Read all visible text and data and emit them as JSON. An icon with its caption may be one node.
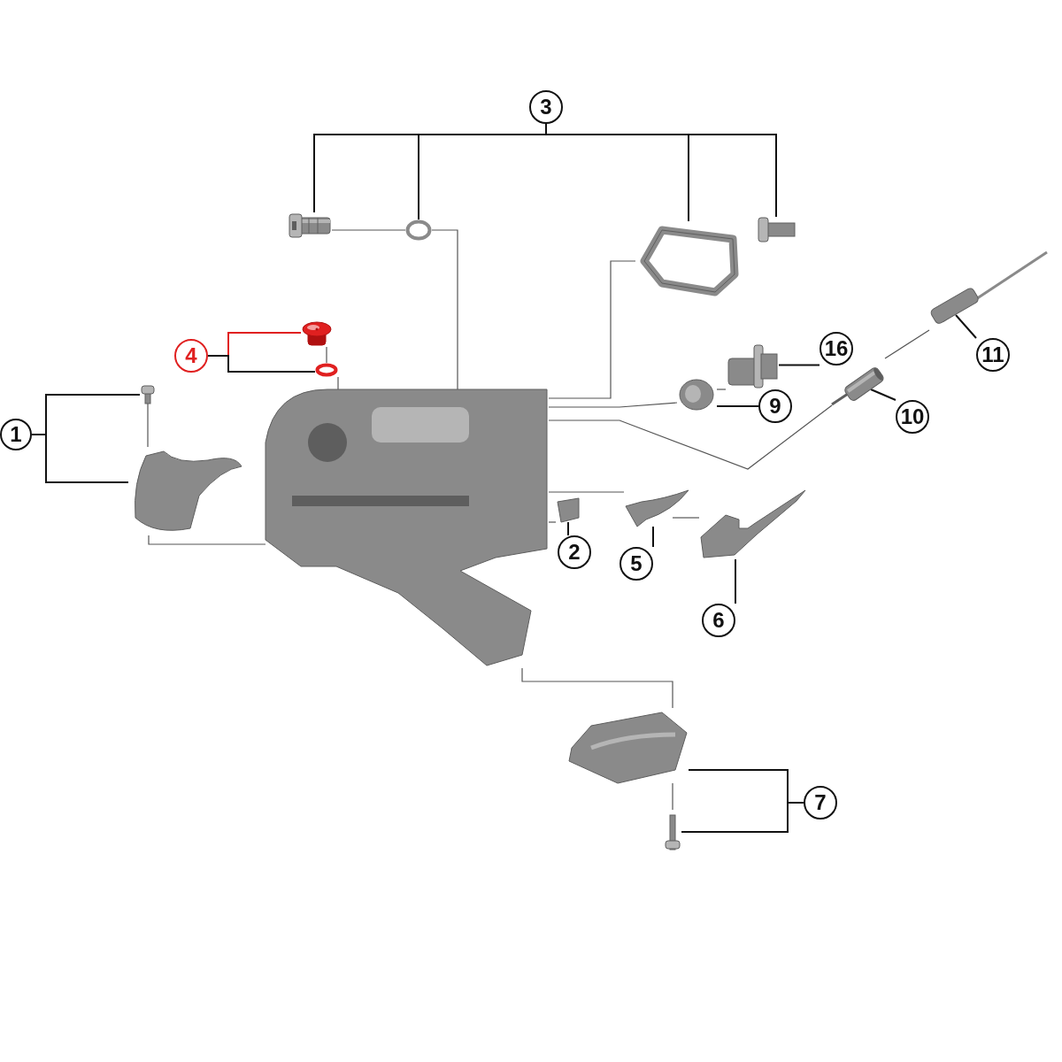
{
  "diagram": {
    "nodes": [
      {
        "text": [
          "3"
        ]
      },
      {
        "text": [],
        "shape": "picture"
      },
      {
        "text": [],
        "shape": "circle"
      },
      {
        "text": [],
        "shape": "picture"
      },
      {
        "text": [],
        "shape": "picture"
      },
      {
        "text": [
          "4"
        ]
      },
      {
        "text": [],
        "shape": "picture"
      },
      {
        "text": [],
        "shape": "circle"
      },
      {
        "text": [
          "1"
        ]
      },
      {
        "text": [],
        "shape": "picture"
      },
      {
        "text": [],
        "shape": "picture"
      },
      {
        "text": [],
        "shape": "picture"
      },
      {
        "text": [
          "16"
        ]
      },
      {
        "text": [],
        "shape": "picture"
      },
      {
        "text": [
          "11"
        ]
      },
      {
        "text": [],
        "shape": "picture"
      },
      {
        "text": [
          "9"
        ]
      },
      {
        "text": [],
        "shape": "picture"
      },
      {
        "text": [
          "10"
        ]
      },
      {
        "text": [],
        "shape": "picture"
      },
      {
        "text": [
          "2"
        ]
      },
      {
        "text": [],
        "shape": "picture"
      },
      {
        "text": [
          "5"
        ]
      },
      {
        "text": [],
        "shape": "picture"
      },
      {
        "text": [
          "6"
        ]
      },
      {
        "text": [],
        "shape": "picture"
      },
      {
        "text": [
          "7"
        ]
      },
      {
        "text": [],
        "shape": "picture"
      },
      {
        "text": [],
        "shape": "picture"
      }
    ],
    "edges": [
      {
        "from": 0,
        "to": 1,
        "arrow": "none"
      },
      {
        "from": 0,
        "to": 2,
        "arrow": "none"
      },
      {
        "from": 0,
        "to": 3,
        "arrow": "none"
      },
      {
        "from": 0,
        "to": 4,
        "arrow": "none"
      },
      {
        "from": 5,
        "to": 6,
        "arrow": "none",
        "color": "#e02020"
      },
      {
        "from": 5,
        "to": 7,
        "arrow": "none"
      },
      {
        "from": 8,
        "to": 9,
        "arrow": "none"
      },
      {
        "from": 8,
        "to": 10,
        "arrow": "none"
      },
      {
        "from": 12,
        "to": 13,
        "arrow": "none"
      },
      {
        "from": 14,
        "to": 15,
        "arrow": "none"
      },
      {
        "from": 16,
        "to": 17,
        "arrow": "none"
      },
      {
        "from": 18,
        "to": 19,
        "arrow": "none"
      },
      {
        "from": 20,
        "to": 21,
        "arrow": "none"
      },
      {
        "from": 22,
        "to": 23,
        "arrow": "none"
      },
      {
        "from": 24,
        "to": 25,
        "arrow": "none"
      },
      {
        "from": 26,
        "to": 27,
        "arrow": "none"
      },
      {
        "from": 26,
        "to": 28,
        "arrow": "none"
      },
      {
        "from": 1,
        "to": 2,
        "arrow": "none"
      },
      {
        "from": 2,
        "to": 11,
        "arrow": "none"
      },
      {
        "from": 3,
        "to": 11,
        "arrow": "none"
      },
      {
        "from": 6,
        "to": 7,
        "arrow": "none"
      },
      {
        "from": 7,
        "to": 11,
        "arrow": "none"
      },
      {
        "from": 9,
        "to": 10,
        "arrow": "none"
      },
      {
        "from": 10,
        "to": 11,
        "arrow": "none"
      },
      {
        "from": 13,
        "to": 17,
        "arrow": "none"
      },
      {
        "from": 17,
        "to": 11,
        "arrow": "none"
      },
      {
        "from": 15,
        "to": 19,
        "arrow": "none"
      },
      {
        "from": 19,
        "to": 11,
        "arrow": "none"
      },
      {
        "from": 21,
        "to": 11,
        "arrow": "none"
      },
      {
        "from": 23,
        "to": 11,
        "arrow": "none"
      },
      {
        "from": 23,
        "to": 25,
        "arrow": "none"
      },
      {
        "from": 11,
        "to": 27,
        "arrow": "none"
      },
      {
        "from": 27,
        "to": 28,
        "arrow": "none"
      }
    ]
  }
}
